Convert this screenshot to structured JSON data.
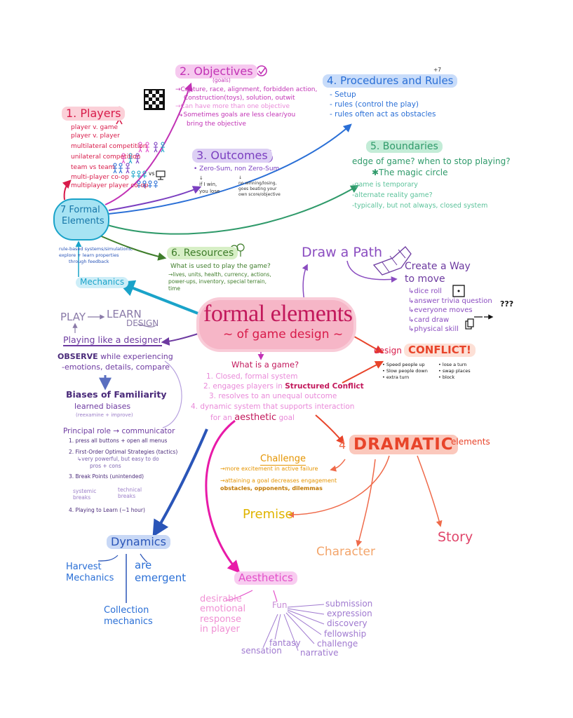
{
  "colors": {
    "players": "#d81b4a",
    "objectives": "#c233b5",
    "outcomes": "#7b3fc0",
    "procedures": "#2a6fd6",
    "boundaries": "#2f9a6a",
    "resources": "#3e7d2a",
    "mechanics": "#1aa3c9",
    "formal": "#c2185b",
    "conflict": "#e8442a",
    "dramatic": "#ef6a4a",
    "challenge": "#e59400",
    "premise": "#e0b400",
    "character": "#f3a56b",
    "story": "#e0456a",
    "dynamics": "#2a55b8",
    "aesthetics": "#e34fc9",
    "purple": "#6d3aa0",
    "path": "#8a4cc0"
  },
  "center": {
    "title": "formal elements",
    "subtitle": "of game design"
  },
  "formal_cloud": {
    "line1": "7 Formal",
    "line2": "Elements"
  },
  "players": {
    "title": "1. Players",
    "items": [
      "player v. game",
      "player v. player",
      "multilateral competition",
      "unilateral competition",
      "team vs team",
      "multi-player co-op",
      "multiplayer player co-op"
    ],
    "vs": "vs"
  },
  "objectives": {
    "title": "2. Objectives",
    "sub": "(goals)",
    "items": [
      "→Capture, race, alignment, forbidden action,",
      "Construction(toys), solution, outwit",
      "→Can have more than one objective",
      "↳Sometimes goals are less clear/you",
      "bring the objective"
    ]
  },
  "outcomes": {
    "title": "3. Outcomes",
    "items": [
      "• Zero-Sum, non Zero-Sum"
    ],
    "note1": [
      "if I win,",
      "you lose"
    ],
    "note2": [
      "no winning/losing,",
      "goes beating your",
      "own score/objective"
    ]
  },
  "procedures": {
    "title": "4. Procedures and Rules",
    "badge": "+7",
    "items": [
      "- Setup",
      "- rules (control the play)",
      "- rules often act as obstacles"
    ]
  },
  "boundaries": {
    "title": "5. Boundaries",
    "line1": "edge of game? when to stop playing?",
    "line2": "✱The magic circle",
    "items": [
      "-game is temporary",
      "-alternate reality game?",
      "-typically, but not always, closed system"
    ]
  },
  "resources": {
    "title": "6. Resources",
    "question": "What is used to play the game?",
    "items": [
      "→lives, units, health, currency, actions,",
      "power-ups, inventory, special terrain,",
      "time"
    ]
  },
  "mechanics_note": [
    "rule-based systems/simulations,",
    "explore + learn properties",
    "through feedback"
  ],
  "mechanics": "Mechanics",
  "path": {
    "title": "Draw a Path",
    "create1": "Create a Way",
    "create2": "to move",
    "items": [
      "↳dice roll",
      "↳answer trivia question",
      "↳everyone moves",
      "↳card draw",
      "↳physical skill"
    ],
    "qmarks": "???"
  },
  "conflict": {
    "prefix": "design",
    "label": "CONFLICT!",
    "items": [
      "• Speed people up",
      "• lose a turn",
      "• Slow people down",
      "• swap places",
      "• extra turn",
      "• block"
    ]
  },
  "whatis": {
    "q": "What is a game?",
    "items": [
      "1. Closed, formal system",
      "2. engages players in",
      "3. resolves to an unequal outcome",
      "4. dynamic system that supports interaction",
      "for an",
      "goal"
    ],
    "structured": "Structured Conflict",
    "aesthetic": "aesthetic"
  },
  "play": {
    "play": "PLAY",
    "learn": "LEARN",
    "design": "DESIGN",
    "title": "Playing like a designer"
  },
  "observe": {
    "lead": "OBSERVE",
    "rest": "while experiencing",
    "items": "-emotions, details, compare"
  },
  "biases": {
    "title": "Biases of Familiarity",
    "sub1": "learned biases",
    "sub2": "(reexamine + improve)"
  },
  "principal": {
    "title": "Principal role → communicator",
    "items": [
      "1. press all buttons + open all menus",
      "2. First-Order Optimal Strategies (tactics)",
      "↳very powerful, but easy to do",
      "pros + cons",
      "3. Break Points (unintended)",
      "4. Playing to Learn (~1 hour)"
    ],
    "breaks1": "systemic breaks",
    "breaks2": "technical breaks"
  },
  "dramatic": {
    "count": "4",
    "label": "DRAMATIC",
    "suffix": "elements"
  },
  "challenge": {
    "title": "Challenge",
    "items": [
      "→more excitement in active failure",
      "→attaining a goal decreases engagement",
      "obstacles, opponents, dilemmas"
    ]
  },
  "premise": "Premise",
  "character": "Character",
  "story": "Story",
  "dynamics": {
    "title": "Dynamics",
    "harvest": [
      "Harvest",
      "Mechanics"
    ],
    "are": [
      "are",
      "emergent"
    ],
    "collection": [
      "Collection",
      "mechanics"
    ]
  },
  "aesthetics": {
    "title": "Aesthetics",
    "desirable": [
      "desirable",
      "emotional",
      "response",
      "in player"
    ],
    "fun": "Fun",
    "types": [
      "submission",
      "expression",
      "discovery",
      "fellowship",
      "challenge",
      "narrative",
      "fantasy",
      "sensation"
    ]
  }
}
